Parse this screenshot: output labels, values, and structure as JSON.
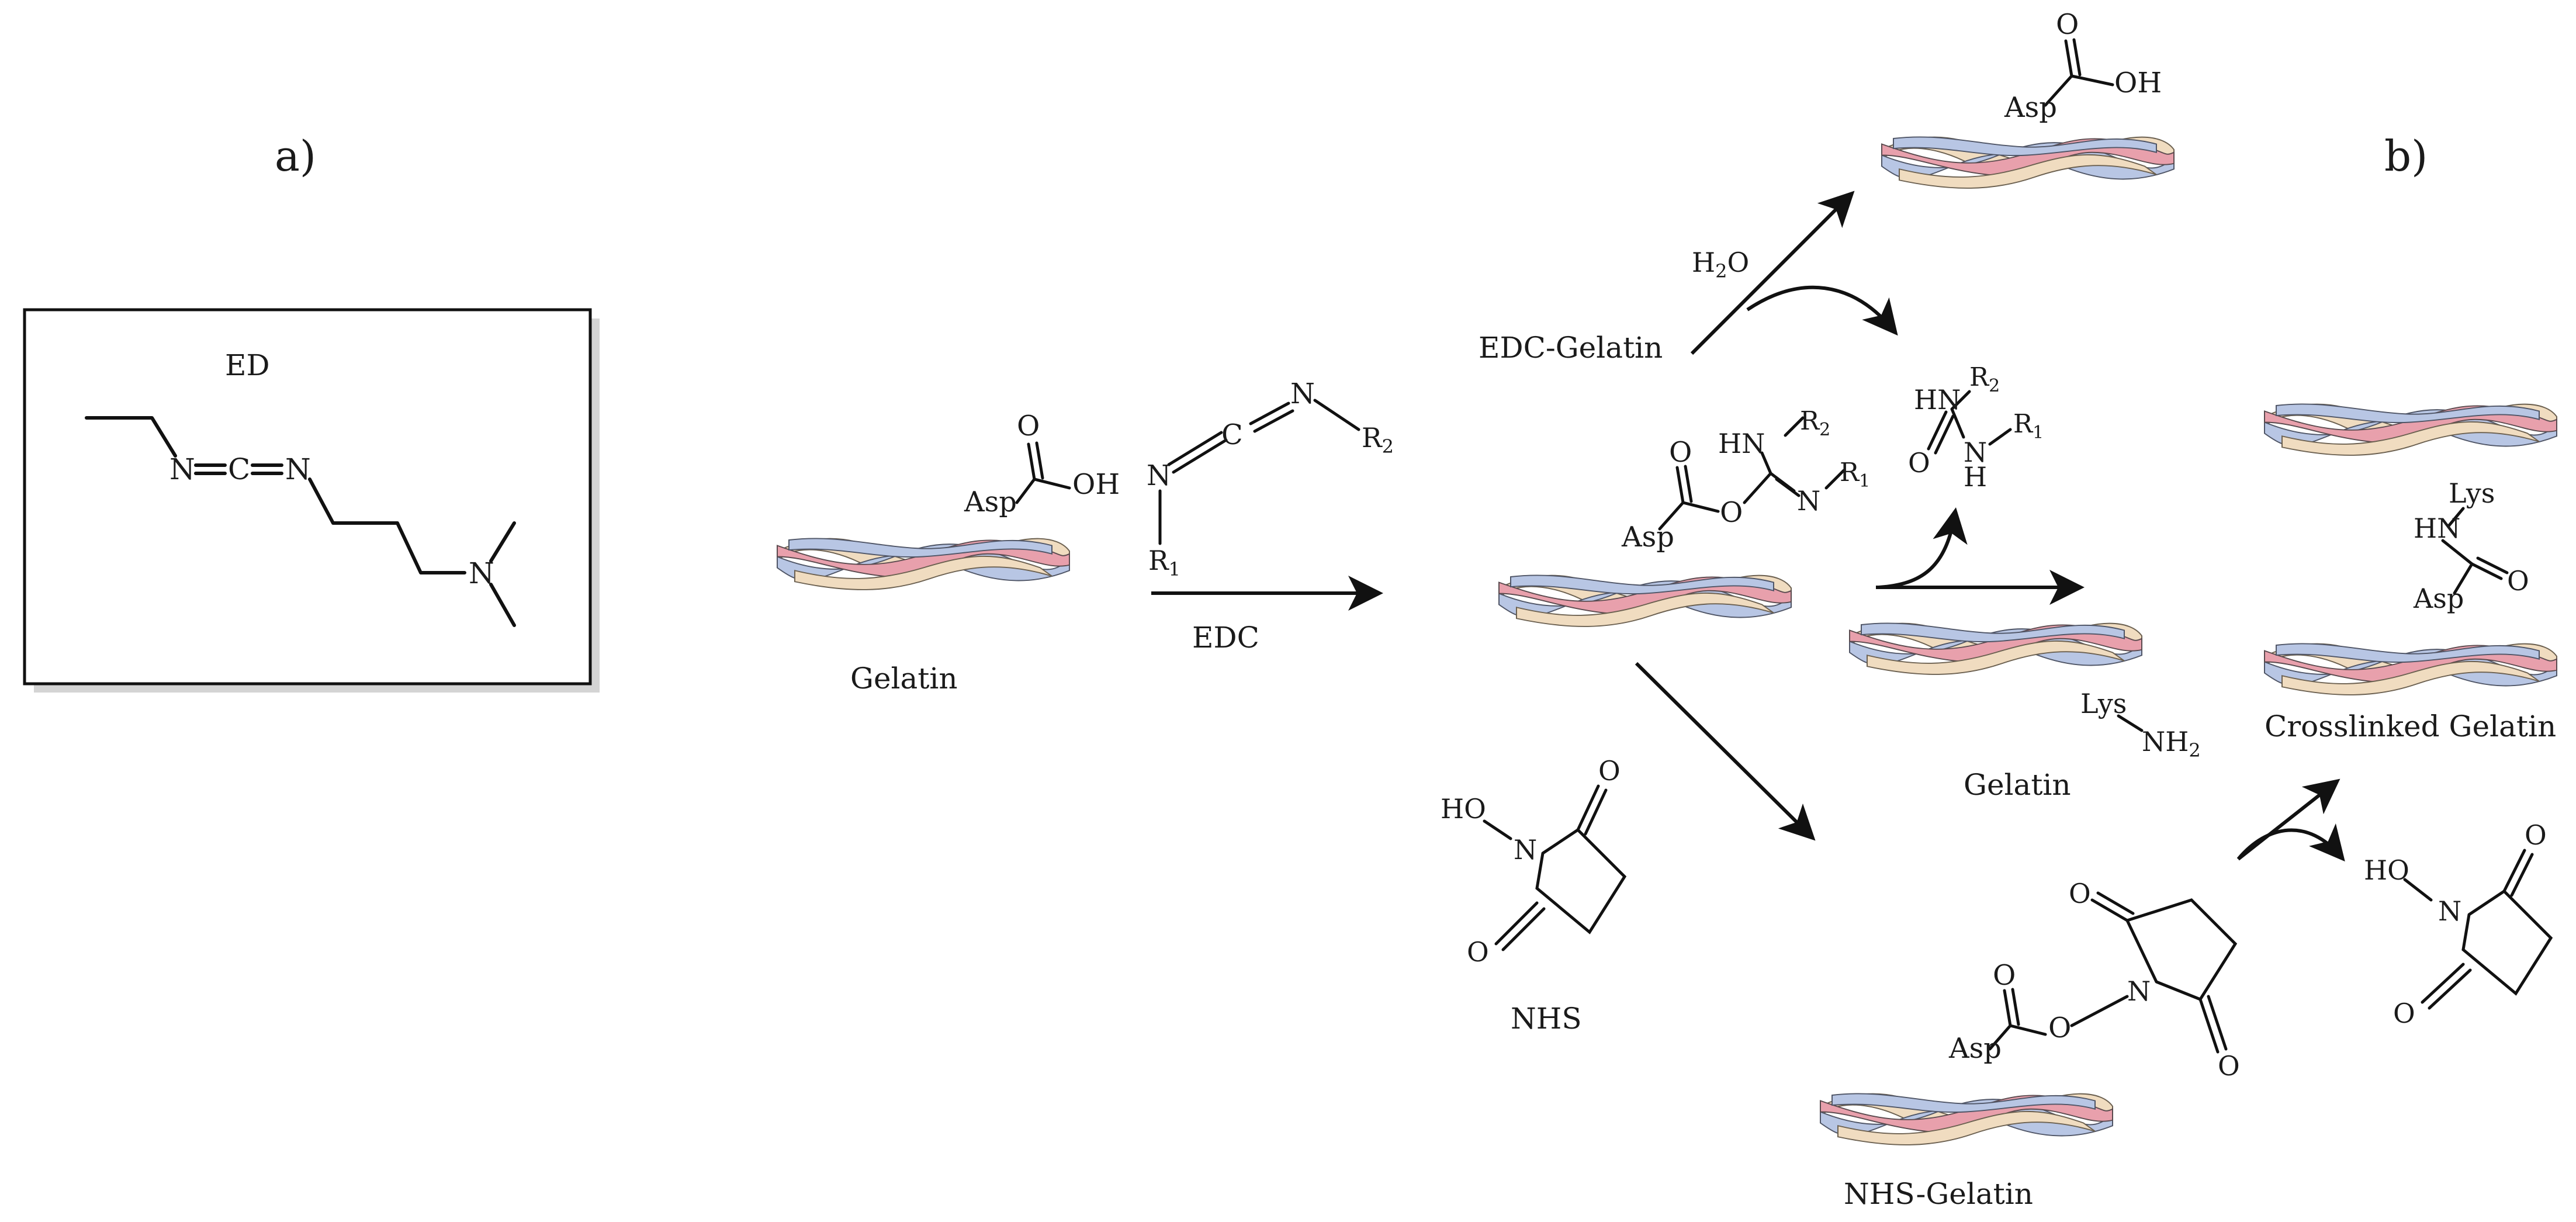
{
  "panel_labels": {
    "a": "a)",
    "b": "b)"
  },
  "edc_box": {
    "title": "ED",
    "atoms": {
      "n1": "N",
      "c": "C",
      "n2": "N",
      "n3": "N"
    }
  },
  "reaction": {
    "gelatin_label": "Gelatin",
    "asp": "Asp",
    "oh": "OH",
    "o": "O",
    "edc_arrow_label": "EDC",
    "carbodiimide": {
      "n": "N",
      "c": "C",
      "r1": "R",
      "r1_sub": "1",
      "r2": "R",
      "r2_sub": "2"
    },
    "edc_gelatin_label": "EDC-Gelatin",
    "water": {
      "h": "H",
      "sub": "2",
      "o": "O"
    },
    "intermediate": {
      "hn": "HN",
      "n": "N",
      "o_ester": "O",
      "r": "R",
      "sub1": "1",
      "sub2": "2"
    },
    "urea": {
      "hn": "HN",
      "n": "N",
      "h": "H",
      "o": "O",
      "r": "R",
      "sub1": "1",
      "sub2": "2"
    },
    "lysine_gelatin": {
      "lys": "Lys",
      "nh": "NH",
      "sub": "2",
      "label": "Gelatin"
    },
    "nhs": {
      "label": "NHS",
      "ho": "HO",
      "n": "N",
      "o": "O"
    },
    "nhs_gelatin_label": "NHS-Gelatin",
    "crosslinked": {
      "label": "Crosslinked Gelatin",
      "lys": "Lys",
      "hn": "HN",
      "asp": "Asp",
      "o": "O"
    }
  },
  "colors": {
    "strand_pink": "#e8a0ac",
    "strand_blue": "#b8c6e4",
    "strand_tan": "#f0dcc0"
  }
}
